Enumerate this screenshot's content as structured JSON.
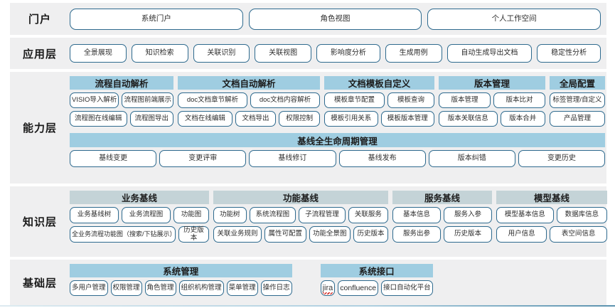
{
  "layers": {
    "portal": {
      "label": "门户",
      "items": [
        "系统门户",
        "角色视图",
        "个人工作空间"
      ]
    },
    "application": {
      "label": "应用层",
      "items": [
        "全景展现",
        "知识检索",
        "关联识别",
        "关联视图",
        "影响度分析",
        "生成用例",
        "自动生成导出文档",
        "稳定性分析"
      ]
    },
    "capability": {
      "label": "能力层",
      "groups": [
        {
          "title": "流程自动解析",
          "rows": [
            [
              "VISIO导入解析",
              "流程图前端展示"
            ],
            [
              "流程图在线编辑",
              "流程图导出"
            ]
          ]
        },
        {
          "title": "文档自动解析",
          "rows": [
            [
              "doc文档章节解析",
              "doc文档内容解析"
            ],
            [
              "文档在线编辑",
              "文档导出",
              "权限控制"
            ]
          ]
        },
        {
          "title": "文档模板自定义",
          "rows": [
            [
              "模板章节配置",
              "模板查询"
            ],
            [
              "模板引用关系",
              "模板版本管理"
            ]
          ]
        },
        {
          "title": "版本管理",
          "rows": [
            [
              "版本管理",
              "版本比对"
            ],
            [
              "版本关联信息",
              "版本合并"
            ]
          ]
        },
        {
          "title": "全局配置",
          "rows": [
            [
              "标签管理/自定义"
            ],
            [
              "产品管理"
            ]
          ]
        }
      ],
      "lifecycle": {
        "title": "基线全生命周期管理",
        "items": [
          "基线变更",
          "变更评审",
          "基线修订",
          "基线发布",
          "版本纠错",
          "变更历史"
        ]
      }
    },
    "knowledge": {
      "label": "知识层",
      "groups": [
        {
          "title": "业务基线",
          "rows": [
            [
              "业务基线树",
              "业务流程图",
              "功能图"
            ],
            [
              "全业务流程功能图（搜索/下钻展示）",
              "历史版本"
            ]
          ]
        },
        {
          "title": "功能基线",
          "rows": [
            [
              "功能树",
              "系统流程图",
              "子流程管理",
              "关联服务"
            ],
            [
              "关联业务规则",
              "属性可配置",
              "功能全景图",
              "历史版本"
            ]
          ]
        },
        {
          "title": "服务基线",
          "rows": [
            [
              "基本信息",
              "服务入参"
            ],
            [
              "服务出参",
              "历史版本"
            ]
          ]
        },
        {
          "title": "模型基线",
          "rows": [
            [
              "模型基本信息",
              "数据库信息"
            ],
            [
              "用户信息",
              "表空间信息"
            ]
          ]
        }
      ]
    },
    "base": {
      "label": "基础层",
      "groups": [
        {
          "title": "系统管理",
          "rows": [
            [
              "多用户管理",
              "权限管理",
              "角色管理",
              "组织机构管理",
              "菜单管理",
              "操作日志"
            ]
          ]
        },
        {
          "title": "系统接口",
          "rows": [
            [
              "jira",
              "confluence",
              "接口自动化平台"
            ]
          ]
        }
      ]
    }
  },
  "colors": {
    "band_bg": "#efeff0",
    "header_blue": "#9fcde1",
    "header_gray": "#c4d3d7",
    "pill_border": "#2e6a8e"
  }
}
